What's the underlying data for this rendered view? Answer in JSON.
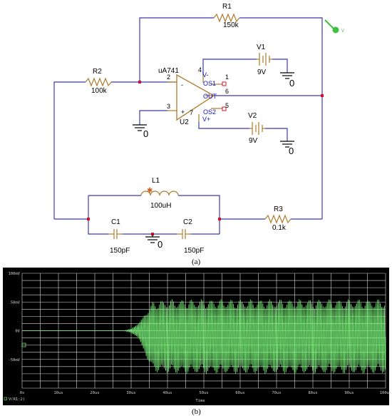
{
  "schematic": {
    "labels": {
      "r1_name": "R1",
      "r1_val": "150k",
      "r2_name": "R2",
      "r2_val": "100k",
      "r3_name": "R3",
      "r3_val": "0.1k",
      "v1_name": "V1",
      "v1_val": "9V",
      "v2_name": "V2",
      "v2_val": "9V",
      "l1_name": "L1",
      "l1_val": "100uH",
      "c1_name": "C1",
      "c1_val": "150pF",
      "c2_name": "C2",
      "c2_val": "150pF",
      "opamp_model": "uA741",
      "opamp_ref": "U2",
      "pin2": "2",
      "pin3": "3",
      "pin4": "4",
      "pin7": "7",
      "pin6": "6",
      "pin1": "1",
      "pin5": "5",
      "minus": "-",
      "plus": "+",
      "vminus": "V-",
      "vplus": "V+",
      "os1": "OS1",
      "os2": "OS2",
      "out": "OUT",
      "probe": "V",
      "gnd1": "0",
      "gnd2": "0",
      "gnd3": "0",
      "gnd4": "0"
    },
    "caption": "(a)"
  },
  "scope": {
    "y_ticks": [
      "100mV",
      "50mV",
      "0V",
      "-50mV"
    ],
    "x_ticks": [
      "0s",
      "10us",
      "20us",
      "30us",
      "40us",
      "50us",
      "60us",
      "70us",
      "80us",
      "90us",
      "100us"
    ],
    "xlabel": "Time",
    "legend": "V(R1:2)",
    "caption": "(b)",
    "colors": {
      "background": "#000000",
      "grid": "#d8d8d8",
      "trace": "#7fff7f"
    }
  },
  "chart_data": {
    "type": "line",
    "xlabel": "Time",
    "ylabel": "",
    "x_unit": "us",
    "y_unit": "mV",
    "xlim": [
      0,
      100
    ],
    "ylim": [
      -100,
      100
    ],
    "grid": true,
    "legend": "bottom-left",
    "series": [
      {
        "name": "V(R1:2)",
        "envelope": [
          {
            "t": 0,
            "amp": 0,
            "offset": 0
          },
          {
            "t": 28,
            "amp": 0,
            "offset": 0
          },
          {
            "t": 30,
            "amp": 3,
            "offset": 0
          },
          {
            "t": 32,
            "amp": 12,
            "offset": 0
          },
          {
            "t": 34,
            "amp": 35,
            "offset": -5
          },
          {
            "t": 36,
            "amp": 55,
            "offset": -10
          },
          {
            "t": 40,
            "amp": 58,
            "offset": -10
          },
          {
            "t": 100,
            "amp": 58,
            "offset": -10
          }
        ]
      }
    ]
  }
}
